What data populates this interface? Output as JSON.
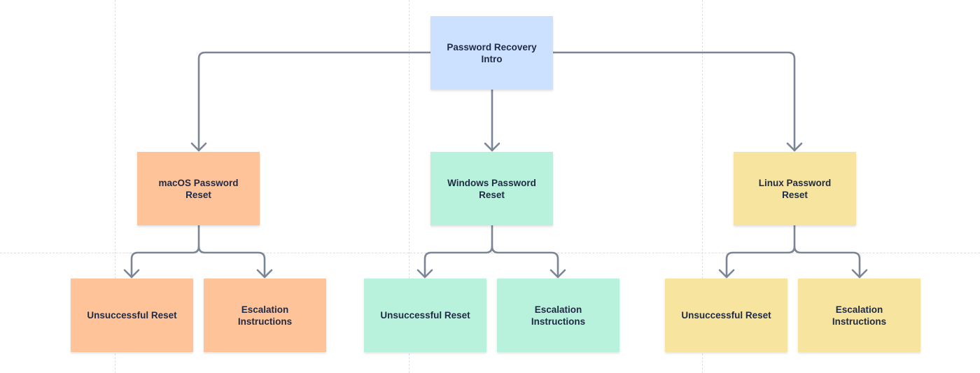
{
  "diagram": {
    "root": {
      "label": "Password Recovery Intro",
      "color": "#cce0ff"
    },
    "branches": [
      {
        "label": "macOS Password Reset",
        "color": "#ffc399",
        "children": [
          "Unsuccessful Reset",
          "Escalation Instructions"
        ]
      },
      {
        "label": "Windows Password Reset",
        "color": "#b8f2dc",
        "children": [
          "Unsuccessful Reset",
          "Escalation Instructions"
        ]
      },
      {
        "label": "Linux Password Reset",
        "color": "#f7e49e",
        "children": [
          "Unsuccessful Reset",
          "Escalation Instructions"
        ]
      }
    ],
    "connector_color": "#7a8595"
  }
}
